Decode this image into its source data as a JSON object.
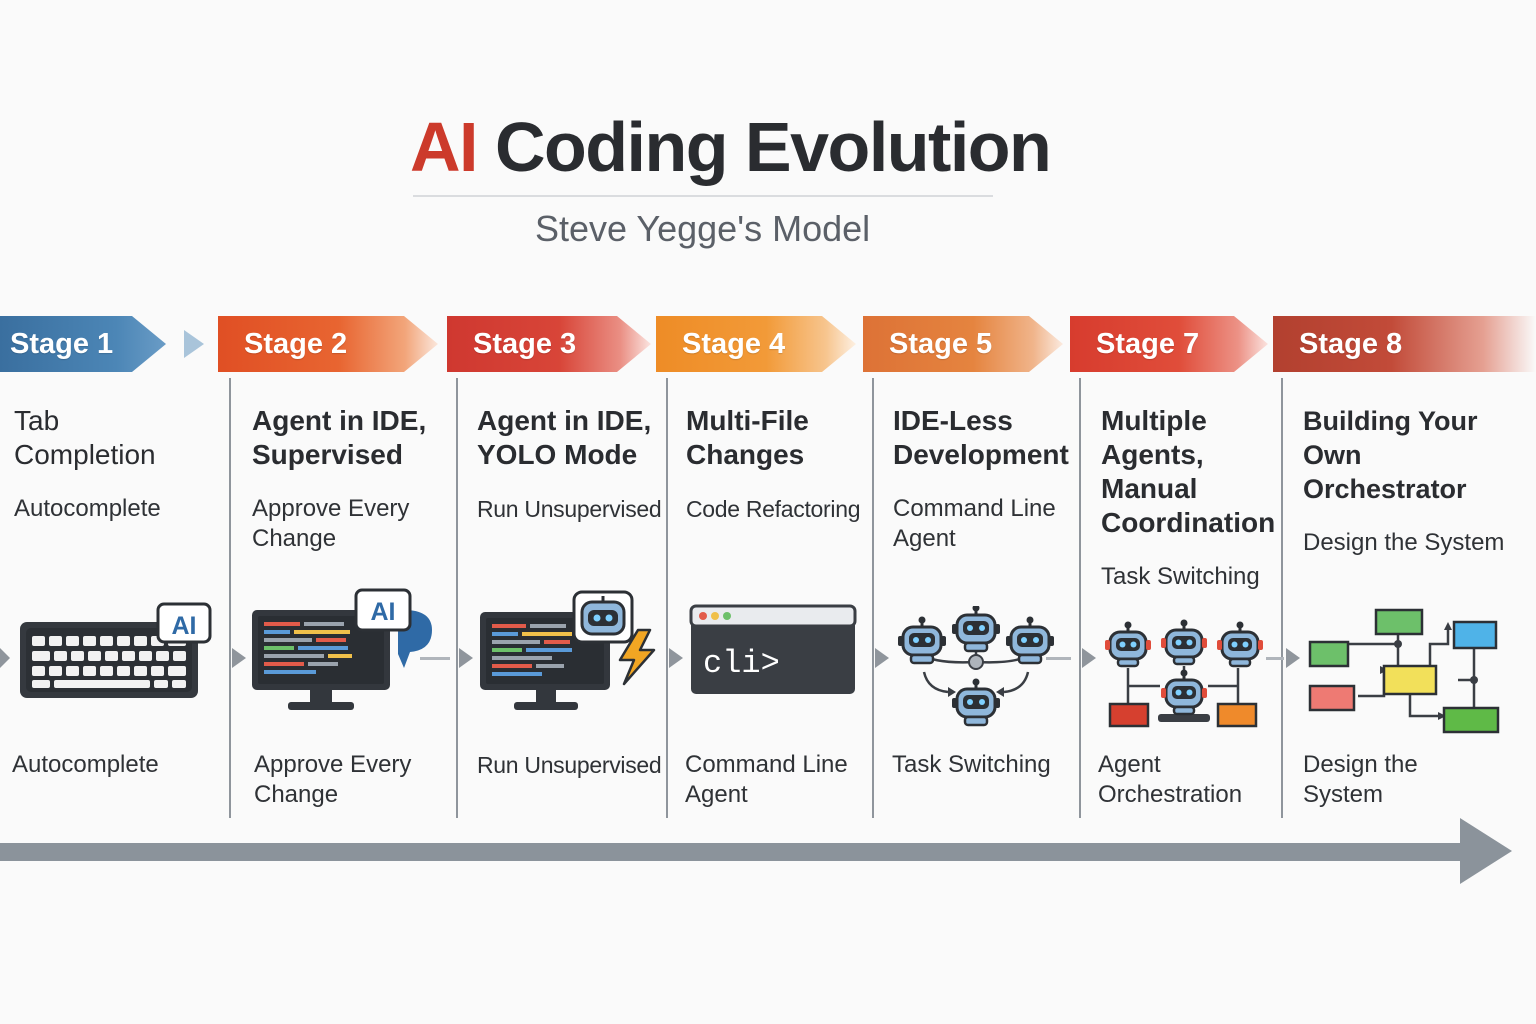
{
  "title": {
    "accent": "AI",
    "main": "Coding Evolution"
  },
  "subtitle": "Steve Yegge's Model",
  "stages": [
    {
      "label": "Stage 1",
      "heading": "Tab Completion",
      "description": "Autocomplete",
      "bottom": "Autocomplete",
      "icon": "keyboard-ai-icon",
      "badge": "AI"
    },
    {
      "label": "Stage 2",
      "heading": "Agent in IDE, Supervised",
      "description": "Approve Every Change",
      "bottom": "Approve Every Change",
      "icon": "monitor-ai-chat-icon",
      "badge": "AI"
    },
    {
      "label": "Stage 3",
      "heading": "Agent in IDE, YOLO Mode",
      "description": "Run Unsupervised",
      "bottom": "Run Unsupervised",
      "icon": "monitor-robot-lightning-icon"
    },
    {
      "label": "Stage 4",
      "heading": "Multi-File Changes",
      "description": "Code Refactoring",
      "bottom": "Command Line Agent",
      "icon": "terminal-cli-icon",
      "badge": "cli>"
    },
    {
      "label": "Stage 5",
      "heading": "IDE-Less Development",
      "description": "Command Line Agent",
      "bottom": "Task Switching",
      "icon": "robot-network-icon"
    },
    {
      "label": "Stage 7",
      "heading": "Multiple Agents, Manual Coordination",
      "description": "Task Switching",
      "bottom": "Agent Orchestration",
      "icon": "robot-orchestration-icon"
    },
    {
      "label": "Stage 8",
      "heading": "Building Your Own Orchestrator",
      "description": "Design the System",
      "bottom": "Design the System",
      "icon": "system-diagram-icon"
    }
  ],
  "colors": {
    "title_accent": "#cc3a2b",
    "stage1": "#3f77a6",
    "stage2": "#e55a2a",
    "stage3": "#d23e34",
    "stage4": "#f0922d",
    "stage5": "#e1783a",
    "stage7": "#db4433",
    "stage8": "#b94535",
    "timeline": "#8b939b"
  }
}
